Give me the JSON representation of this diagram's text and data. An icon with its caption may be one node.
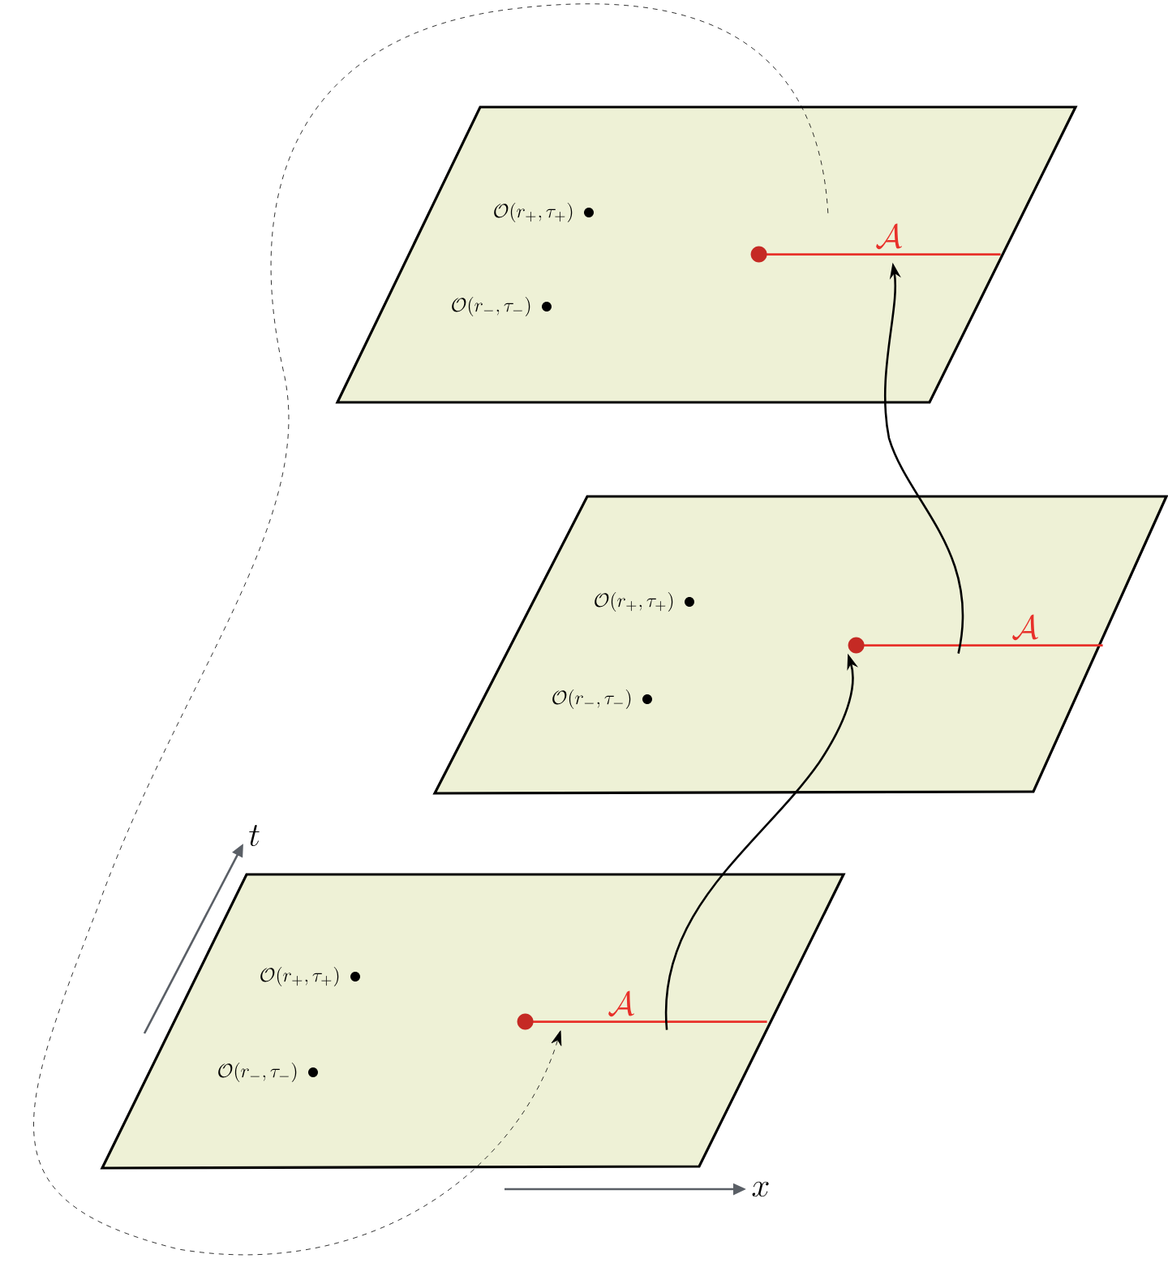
{
  "diagram": {
    "nodes": [
      {
        "text": [],
        "shape": "parallelogram"
      },
      {
        "text": [
          "\\mathcal{A}"
        ],
        "in": 0
      },
      {
        "text": [],
        "shape": "parallelogram"
      },
      {
        "text": [
          "\\mathcal{A}"
        ],
        "in": 2
      },
      {
        "text": [],
        "shape": "parallelogram"
      },
      {
        "text": [
          "\\mathcal{A}"
        ],
        "in": 4
      }
    ],
    "edges": [
      {
        "from": 5,
        "to": 3,
        "arrow": "to"
      },
      {
        "from": 3,
        "to": 1,
        "arrow": "to"
      },
      {
        "from": 1,
        "to": 5,
        "arrow": "to",
        "style": "dashed"
      }
    ],
    "labels": [
      "\\mathcal{O}(r_{+},\\tau_{+})",
      "\\mathcal{O}(r_{-},\\tau_{-})",
      "\\mathcal{O}(r_{+},\\tau_{+})",
      "\\mathcal{O}(r_{-},\\tau_{-})",
      "\\mathcal{O}(r_{+},\\tau_{+})",
      "\\mathcal{O}(r_{-},\\tau_{-})",
      "t",
      "x"
    ]
  }
}
